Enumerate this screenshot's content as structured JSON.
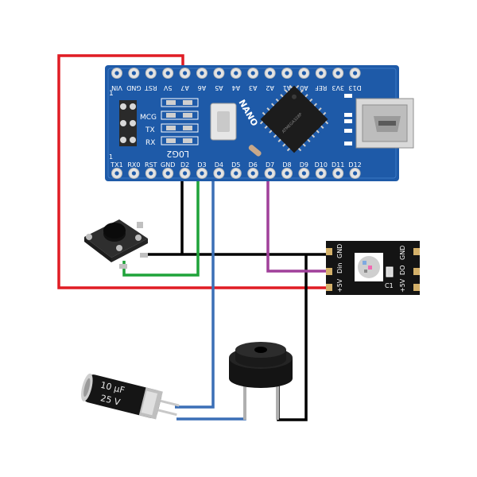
{
  "nano": {
    "top_pins": [
      "D13",
      "3V3",
      "REF",
      "A0",
      "A1",
      "A2",
      "A3",
      "A4",
      "A5",
      "A6",
      "A7",
      "5V",
      "RST",
      "GND",
      "VIN"
    ],
    "bottom_pins": [
      "TX1",
      "RX0",
      "RST",
      "GND",
      "D2",
      "D3",
      "D4",
      "D5",
      "D6",
      "D7",
      "D8",
      "D9",
      "D10",
      "D11",
      "D12"
    ],
    "leds": [
      "MCG",
      "TX",
      "RX"
    ],
    "ref_label": "REF",
    "name": "NANO",
    "board_id": "L0G2",
    "chip_text": "ATMEGA328P"
  },
  "pixel": {
    "pins_left": [
      "+5V",
      "Din",
      "GND"
    ],
    "pins_right": [
      "+5V",
      "DO",
      "GND"
    ],
    "cap_label": "C1"
  },
  "capacitor": {
    "value_label": "10 μF",
    "voltage_label": "25 V"
  },
  "colors": {
    "wire_5v": "#e01c24",
    "wire_gnd": "#000000",
    "wire_button": "#1fa33a",
    "wire_buzzer": "#3b6fb6",
    "wire_data": "#a0409a",
    "board": "#1e5aa8"
  }
}
